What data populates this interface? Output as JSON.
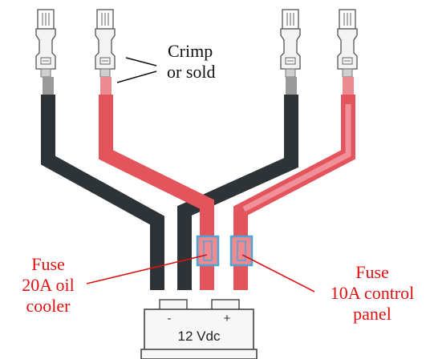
{
  "labels": {
    "crimp_line1": "Crimp",
    "crimp_line2": "or sold",
    "fuse_oil_line1": "Fuse",
    "fuse_oil_line2": "20A oil",
    "fuse_oil_line3": "cooler",
    "fuse_control_line1": "Fuse",
    "fuse_control_line2": "10A control",
    "fuse_control_line3": "panel"
  },
  "battery": {
    "minus": "-",
    "plus": "+",
    "voltage": "12 Vdc"
  },
  "colors": {
    "wire_black": "#2e3338",
    "wire_red": "#e3545c",
    "wire_red_light": "#f0909a",
    "fuse_holder": "#4aa6d8",
    "annotation_red": "#e01010"
  }
}
